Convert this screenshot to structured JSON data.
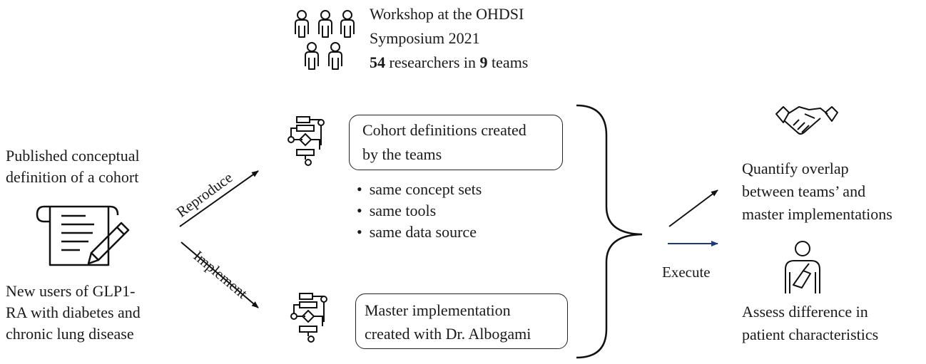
{
  "workshop": {
    "line1": "Workshop at the OHDSI",
    "line2": "Symposium 2021",
    "count_researchers": "54",
    "text_researchers": " researchers in ",
    "count_teams": "9",
    "text_teams": " teams"
  },
  "source": {
    "published_line1": "Published conceptual",
    "published_line2": "definition of a cohort",
    "users_line1": "New users of GLP1-",
    "users_line2": "RA with diabetes and",
    "users_line3": "chronic lung disease"
  },
  "arrows": {
    "reproduce": "Reproduce",
    "implement": "Implement",
    "execute": "Execute"
  },
  "team_box": {
    "line1": "Cohort definitions created",
    "line2": "by the teams"
  },
  "bullets": [
    "same concept sets",
    "same tools",
    "same data source"
  ],
  "master_box": {
    "line1": "Master implementation",
    "line2": "created with Dr. Albogami"
  },
  "outcomes": {
    "overlap_line1": "Quantify overlap",
    "overlap_line2": "between teams’ and",
    "overlap_line3": "master implementations",
    "assess_line1": "Assess difference in",
    "assess_line2": "patient characteristics"
  },
  "icons": {
    "people": "people-group-icon",
    "document": "document-pen-icon",
    "flowchart": "flowchart-icon",
    "handshake": "handshake-icon",
    "patient": "patient-icon"
  },
  "colors": {
    "execute_arrow": "#1f3a7a",
    "line": "#111111"
  }
}
